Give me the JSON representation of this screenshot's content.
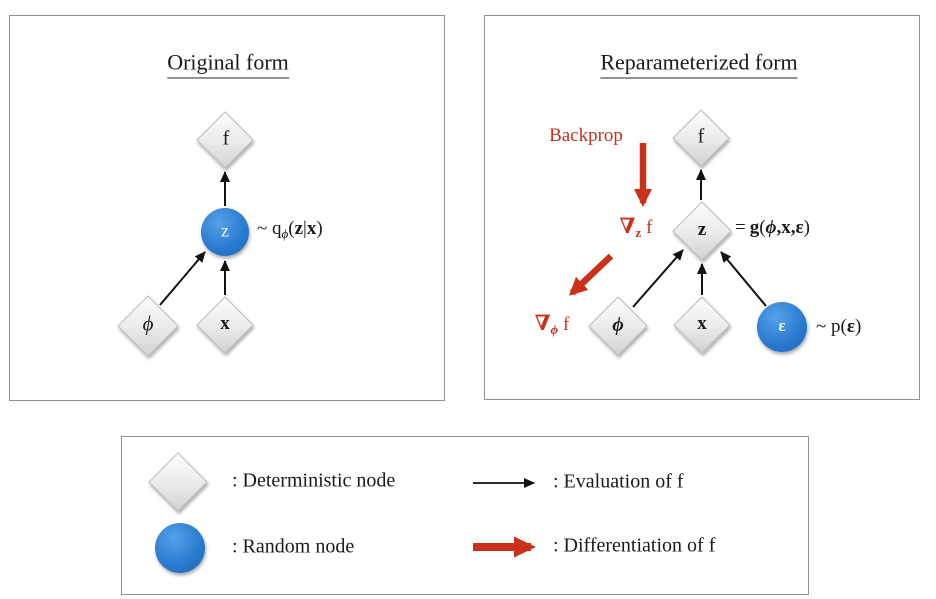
{
  "panels": {
    "left": {
      "title": "Original form",
      "node_f": "f",
      "node_z": "z",
      "node_phi": "ϕ",
      "node_x": "x",
      "z_annotation": {
        "prefix": "~ q",
        "sub": "ϕ",
        "open": "(",
        "z": "z",
        "bar": "|",
        "x": "x",
        "close": ")"
      }
    },
    "right": {
      "title": "Reparameterized form",
      "backprop_label": "Backprop",
      "grad_z": {
        "nabla": "∇",
        "sub": "z",
        "suffix": "f"
      },
      "grad_phi": {
        "nabla": "∇",
        "sub": "ϕ",
        "suffix": "f"
      },
      "node_f": "f",
      "node_z": "z",
      "node_phi": "ϕ",
      "node_x": "x",
      "node_eps": "ε",
      "z_annotation": {
        "eq": "=",
        "g": "g",
        "open": "(",
        "phi": "ϕ",
        "comma1": ",",
        "x": "x",
        "comma2": ",",
        "eps": "ε",
        "close": ")"
      },
      "eps_annotation": {
        "prefix": "~ p",
        "open": "(",
        "eps": "ε",
        "close": ")"
      }
    }
  },
  "legend": {
    "deterministic_label": ": Deterministic node",
    "random_label": ": Random node",
    "evaluation_label": ": Evaluation of f",
    "differentiation_label": ": Differentiation of f"
  },
  "colors": {
    "random_node_blue": "#2d7dd2",
    "accent_red": "#c9311b",
    "deterministic_gray": "#e6e6e6",
    "arrow_black": "#111111",
    "border_gray": "#919191"
  }
}
